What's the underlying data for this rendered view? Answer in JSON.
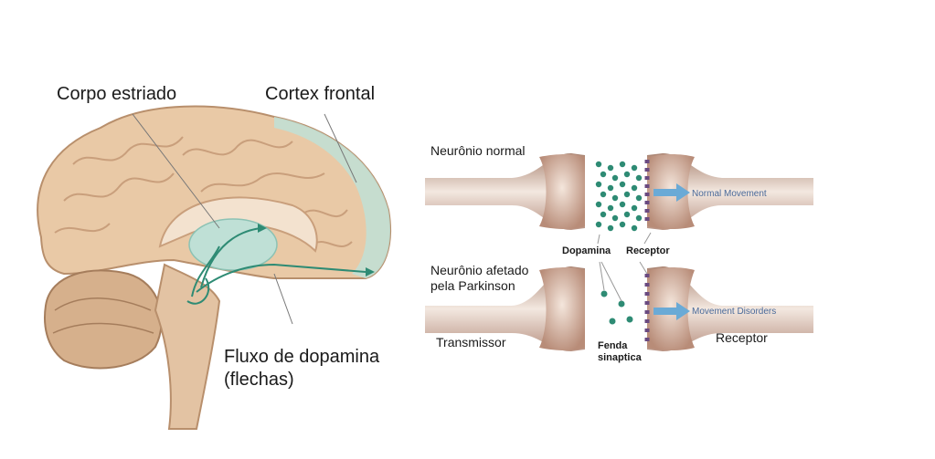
{
  "brain": {
    "labels": {
      "striatum": "Corpo estriado",
      "frontal_cortex": "Cortex frontal",
      "dopamine_flow": "Fluxo de dopamina",
      "dopamine_flow_note": "(flechas)"
    }
  },
  "synapse": {
    "normal_title": "Neurônio normal",
    "affected_title_line1": "Neurônio afetado",
    "affected_title_line2": "pela Parkinson",
    "dopamine_label": "Dopamina",
    "receptor_label_small": "Receptor",
    "transmitter_label": "Transmissor",
    "cleft_label_line1": "Fenda",
    "cleft_label_line2": "sinaptica",
    "receptor_label": "Receptor",
    "normal_arrow_text": "Normal Movement",
    "disorder_arrow_text": "Movement Disorders"
  },
  "colors": {
    "brain": "#e9c9a6",
    "brain_dark": "#c99f7c",
    "cortex_highlight": "#bfe0d6",
    "neuron": "#c9a590",
    "dopamine": "#2e8b74",
    "receptor": "#6a4a80",
    "arrow": "#6aaad6"
  }
}
